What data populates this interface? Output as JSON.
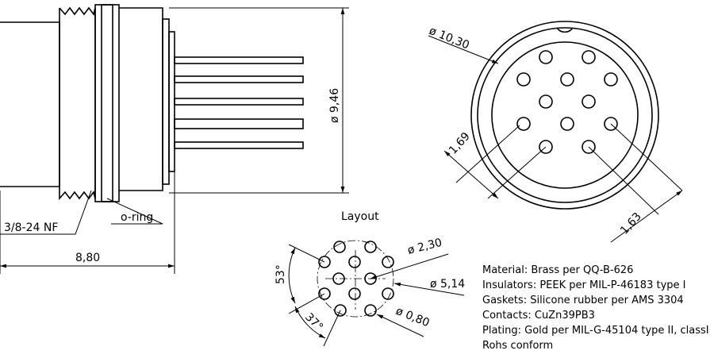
{
  "side_view": {
    "diameter_label": "ø 9,46",
    "thread_label": "3/8-24 NF",
    "oring_label": "o-ring",
    "length_label": "8,80"
  },
  "front_view": {
    "outer_diameter_label": "ø 10,30",
    "dim_a_label": "1,69",
    "dim_b_label": "1,63"
  },
  "layout": {
    "title": "Layout",
    "center_hole_label": "ø 2,30",
    "pitch_circle_label": "ø 5,14",
    "pin_label": "ø 0,80",
    "angle_a_label": "53°",
    "angle_b_label": "37°"
  },
  "specs": [
    "Material: Brass per QQ-B-626",
    "Insulators: PEEK per MIL-P-46183 type I",
    "Gaskets: Silicone rubber per AMS 3304",
    "Contacts: CuZn39PB3",
    "Plating: Gold per MIL-G-45104 type II, classI",
    "Rohs conform"
  ]
}
